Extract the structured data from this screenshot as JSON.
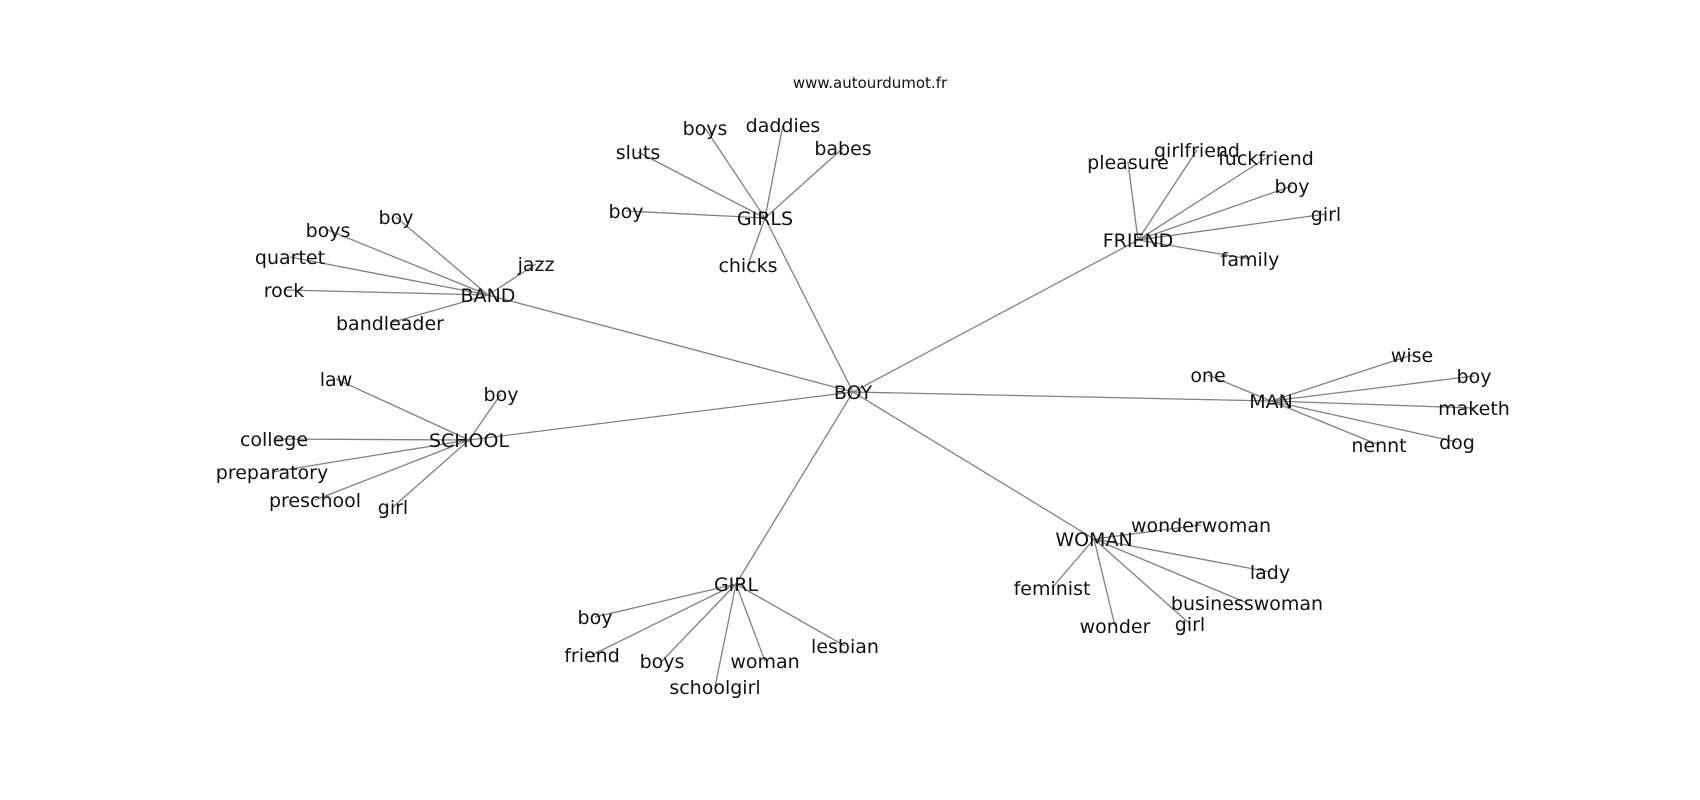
{
  "source_text": "www.autourdumot.fr",
  "center": "BOY",
  "clusters": [
    {
      "hub": "GIRLS",
      "leaves": [
        "boys",
        "daddies",
        "sluts",
        "babes",
        "boy",
        "chicks"
      ]
    },
    {
      "hub": "FRIEND",
      "leaves": [
        "girlfriend",
        "pleasure",
        "fuckfriend",
        "boy",
        "girl",
        "family"
      ]
    },
    {
      "hub": "BAND",
      "leaves": [
        "boy",
        "boys",
        "quartet",
        "jazz",
        "rock",
        "bandleader"
      ]
    },
    {
      "hub": "SCHOOL",
      "leaves": [
        "law",
        "boy",
        "college",
        "preparatory",
        "preschool",
        "girl"
      ]
    },
    {
      "hub": "MAN",
      "leaves": [
        "wise",
        "one",
        "boy",
        "maketh",
        "nennt",
        "dog"
      ]
    },
    {
      "hub": "WOMAN",
      "leaves": [
        "wonderwoman",
        "lady",
        "feminist",
        "businesswoman",
        "wonder",
        "girl"
      ]
    },
    {
      "hub": "GIRL",
      "leaves": [
        "boy",
        "friend",
        "boys",
        "woman",
        "lesbian",
        "schoolgirl"
      ]
    }
  ]
}
